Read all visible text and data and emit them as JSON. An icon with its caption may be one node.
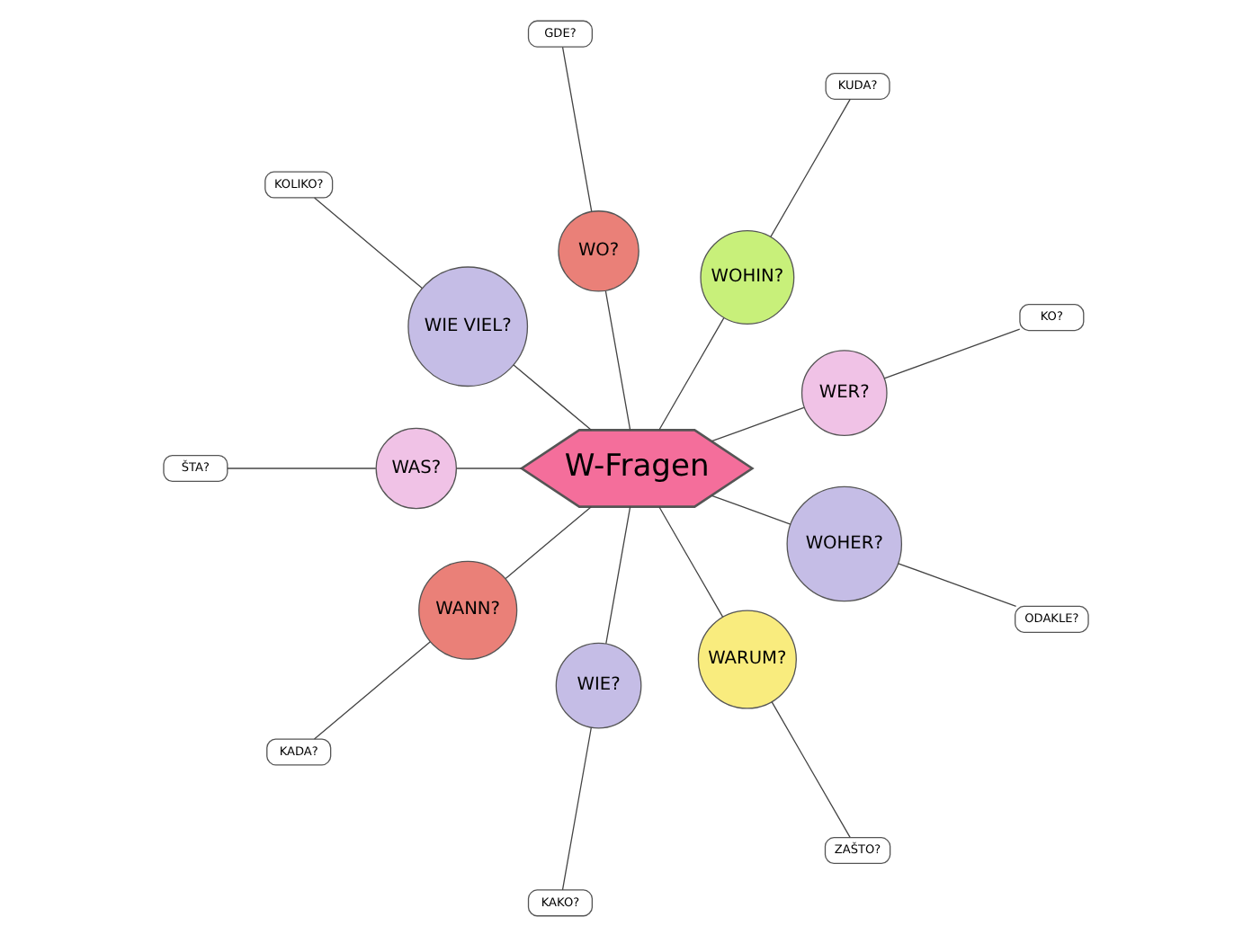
{
  "diagram": {
    "nodes": [
      {
        "text": [
          "W-Fragen"
        ]
      },
      {
        "text": [
          "WER?"
        ]
      },
      {
        "text": [
          "KO?"
        ]
      },
      {
        "text": [
          "WOHIN?"
        ]
      },
      {
        "text": [
          "KUDA?"
        ]
      },
      {
        "text": [
          "WO?"
        ]
      },
      {
        "text": [
          "GDE?"
        ]
      },
      {
        "text": [
          "WIE VIEL?"
        ]
      },
      {
        "text": [
          "KOLIKO?"
        ]
      },
      {
        "text": [
          "WAS?"
        ]
      },
      {
        "text": [
          "ŠTA?"
        ]
      },
      {
        "text": [
          "WANN?"
        ]
      },
      {
        "text": [
          "KADA?"
        ]
      },
      {
        "text": [
          "WIE?"
        ]
      },
      {
        "text": [
          "KAKO?"
        ]
      },
      {
        "text": [
          "WARUM?"
        ]
      },
      {
        "text": [
          "ZAŠTO?"
        ]
      },
      {
        "text": [
          "WOHER?"
        ]
      },
      {
        "text": [
          "ODAKLE?"
        ]
      }
    ],
    "edges": [
      {
        "from": 0,
        "to": 1,
        "arrow": "none"
      },
      {
        "from": 1,
        "to": 2,
        "arrow": "none"
      },
      {
        "from": 0,
        "to": 3,
        "arrow": "none"
      },
      {
        "from": 3,
        "to": 4,
        "arrow": "none"
      },
      {
        "from": 0,
        "to": 5,
        "arrow": "none"
      },
      {
        "from": 5,
        "to": 6,
        "arrow": "none"
      },
      {
        "from": 0,
        "to": 7,
        "arrow": "none"
      },
      {
        "from": 7,
        "to": 8,
        "arrow": "none"
      },
      {
        "from": 0,
        "to": 9,
        "arrow": "none"
      },
      {
        "from": 9,
        "to": 10,
        "arrow": "none"
      },
      {
        "from": 0,
        "to": 11,
        "arrow": "none"
      },
      {
        "from": 11,
        "to": 12,
        "arrow": "none"
      },
      {
        "from": 0,
        "to": 13,
        "arrow": "none"
      },
      {
        "from": 13,
        "to": 14,
        "arrow": "none"
      },
      {
        "from": 0,
        "to": 15,
        "arrow": "none"
      },
      {
        "from": 15,
        "to": 16,
        "arrow": "none"
      },
      {
        "from": 0,
        "to": 17,
        "arrow": "none"
      },
      {
        "from": 17,
        "to": 18,
        "arrow": "none"
      }
    ]
  }
}
